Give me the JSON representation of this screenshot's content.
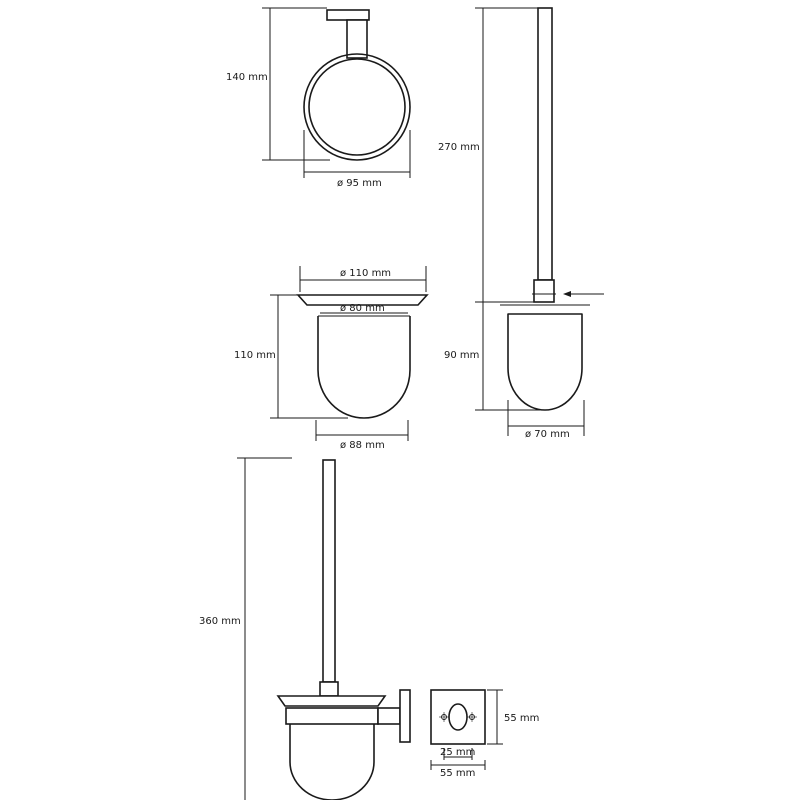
{
  "dimensions": {
    "holder_height": "140 mm",
    "ring_diameter": "ø 95 mm",
    "cup_outer_diameter": "ø 110 mm",
    "cup_inner_diameter": "ø 80 mm",
    "cup_height": "110 mm",
    "cup_bottom_diameter": "ø 88 mm",
    "brush_handle_length": "270 mm",
    "brush_head_length": "90 mm",
    "brush_head_diameter": "ø 70 mm",
    "total_height": "360 mm",
    "plate_height": "55 mm",
    "plate_hole_spacing": "25 mm",
    "plate_width": "55 mm"
  },
  "colors": {
    "line": "#1a1a1a",
    "background": "#ffffff"
  }
}
